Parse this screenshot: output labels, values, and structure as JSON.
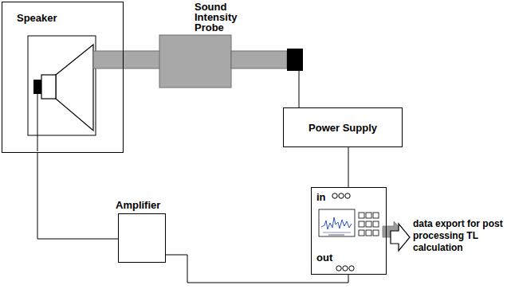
{
  "diagram": {
    "nodes": [
      {
        "text": [
          "Speaker"
        ]
      },
      {
        "text": [
          "Sound Intensity Probe"
        ]
      },
      {
        "text": [
          "Power Supply"
        ]
      },
      {
        "text": [
          "Amplifier"
        ]
      },
      {
        "text": [
          "in",
          "out"
        ]
      }
    ],
    "edges": [
      {
        "from": 1,
        "to": 2,
        "arrow": "none"
      },
      {
        "from": 2,
        "to": 4,
        "arrow": "none"
      },
      {
        "from": 0,
        "to": 3,
        "arrow": "none"
      },
      {
        "from": 3,
        "to": 4,
        "arrow": "none"
      }
    ],
    "labels": [
      "data export for post processing TL calculation"
    ]
  }
}
